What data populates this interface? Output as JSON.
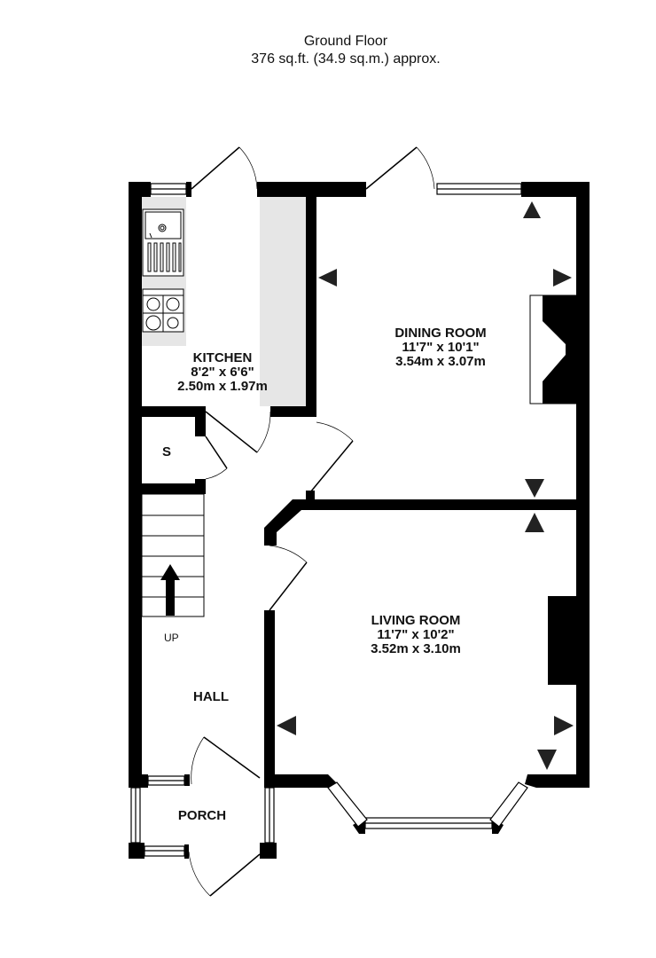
{
  "header": {
    "floor": "Ground Floor",
    "area": "376 sq.ft. (34.9 sq.m.) approx."
  },
  "rooms": {
    "kitchen": {
      "name": "KITCHEN",
      "imperial": "8'2\"  x 6'6\"",
      "metric": "2.50m  x 1.97m"
    },
    "dining": {
      "name": "DINING ROOM",
      "imperial": "11'7\"  x 10'1\"",
      "metric": "3.54m  x 3.07m"
    },
    "living": {
      "name": "LIVING ROOM",
      "imperial": "11'7\"  x 10'2\"",
      "metric": "3.52m  x 3.10m"
    },
    "storage": {
      "name": "S"
    },
    "hall": {
      "name": "HALL"
    },
    "porch": {
      "name": "PORCH"
    }
  },
  "stairs": {
    "label": "UP"
  },
  "colors": {
    "wall": "#000000",
    "worktop": "#e6e6e6",
    "arrow": "#222222"
  }
}
